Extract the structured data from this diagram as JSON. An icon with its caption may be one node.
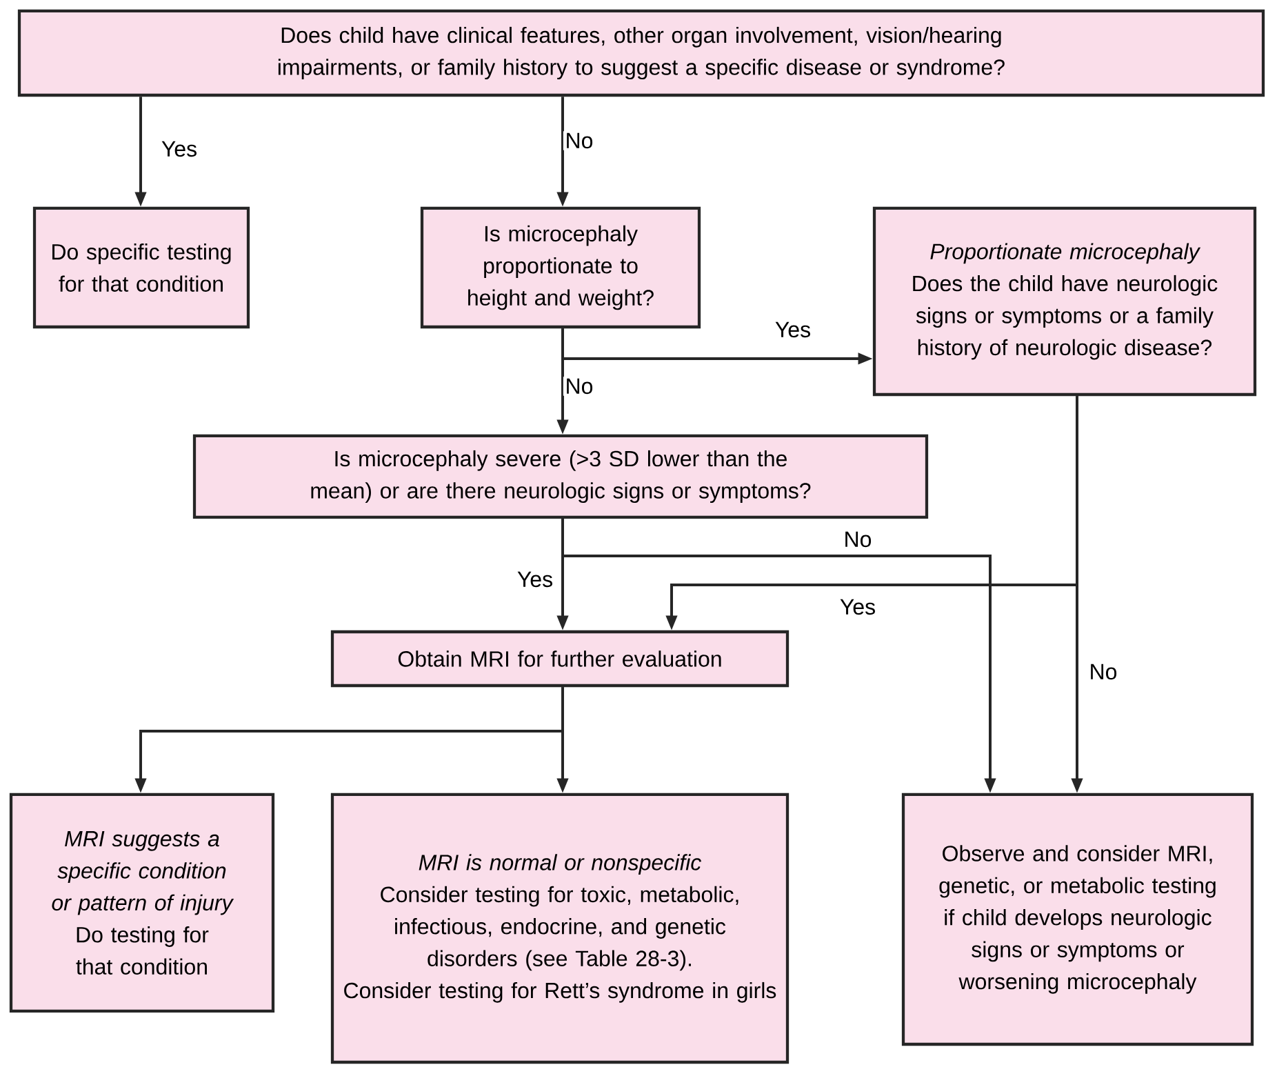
{
  "diagram": {
    "nodes": [
      {
        "text": [
          "Does child have clinical features, other organ involvement, vision/hearing impairments, or family history to suggest a specific disease or syndrome?"
        ]
      },
      {
        "text": [
          "Do specific testing for that condition"
        ]
      },
      {
        "text": [
          "Is microcephaly proportionate to height and weight?"
        ]
      },
      {
        "text": [
          "Proportionate microcephaly",
          "Does the child have neurologic signs or symptoms or a family history of neurologic disease?"
        ]
      },
      {
        "text": [
          "Is microcephaly severe (>3 SD lower than the mean) or are there neurologic signs or symptoms?"
        ]
      },
      {
        "text": [
          "Obtain MRI for further evaluation"
        ]
      },
      {
        "text": [
          "MRI suggests a specific condition or pattern of injury",
          "Do testing for that condition"
        ]
      },
      {
        "text": [
          "MRI is normal or nonspecific",
          "Consider testing for toxic, metabolic, infectious, endocrine, and genetic disorders (see Table 28-3).",
          "Consider testing for Rett’s syndrome in girls"
        ]
      },
      {
        "text": [
          "Observe and consider MRI, genetic, or metabolic testing if child develops neurologic signs or symptoms or worsening microcephaly"
        ]
      }
    ],
    "edges": [
      {
        "from": 0,
        "to": 1,
        "arrow": "to",
        "label": "Yes"
      },
      {
        "from": 0,
        "to": 2,
        "arrow": "to",
        "label": "No"
      },
      {
        "from": 2,
        "to": 3,
        "arrow": "to",
        "label": "Yes"
      },
      {
        "from": 2,
        "to": 4,
        "arrow": "to",
        "label": "No"
      },
      {
        "from": 4,
        "to": 5,
        "arrow": "to",
        "label": "Yes"
      },
      {
        "from": 4,
        "to": 8,
        "arrow": "to",
        "label": "No"
      },
      {
        "from": 3,
        "to": 5,
        "arrow": "to",
        "label": "Yes"
      },
      {
        "from": 3,
        "to": 8,
        "arrow": "to",
        "label": "No"
      },
      {
        "from": 5,
        "to": 6,
        "arrow": "to"
      },
      {
        "from": 5,
        "to": 7,
        "arrow": "to"
      }
    ]
  }
}
